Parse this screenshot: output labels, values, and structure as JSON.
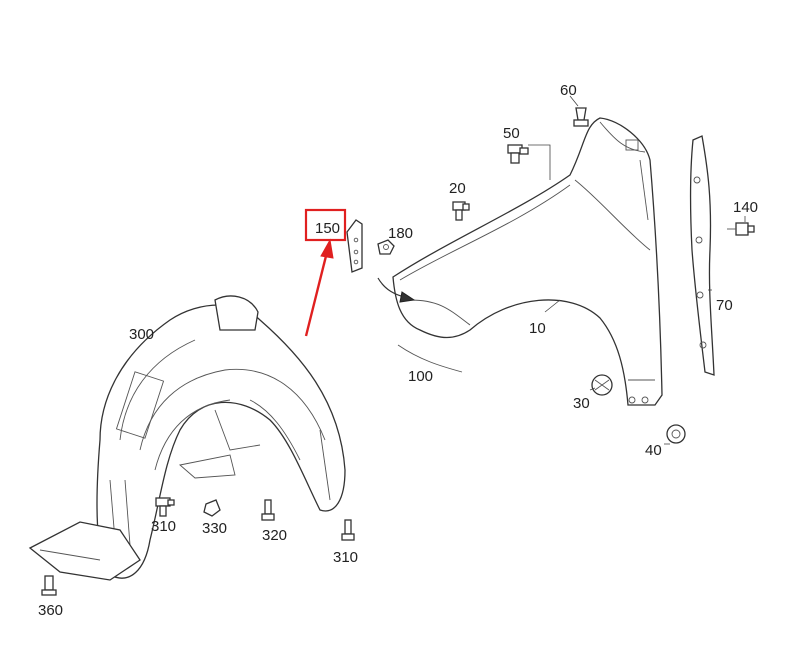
{
  "highlight_color": "#e02020",
  "highlight_label": "150",
  "labels": {
    "l10": "10",
    "l20": "20",
    "l30": "30",
    "l40": "40",
    "l50": "50",
    "l60": "60",
    "l70": "70",
    "l100": "100",
    "l140": "140",
    "l150": "150",
    "l180": "180",
    "l300": "300",
    "l310a": "310",
    "l310b": "310",
    "l320": "320",
    "l330": "330",
    "l360": "360"
  }
}
